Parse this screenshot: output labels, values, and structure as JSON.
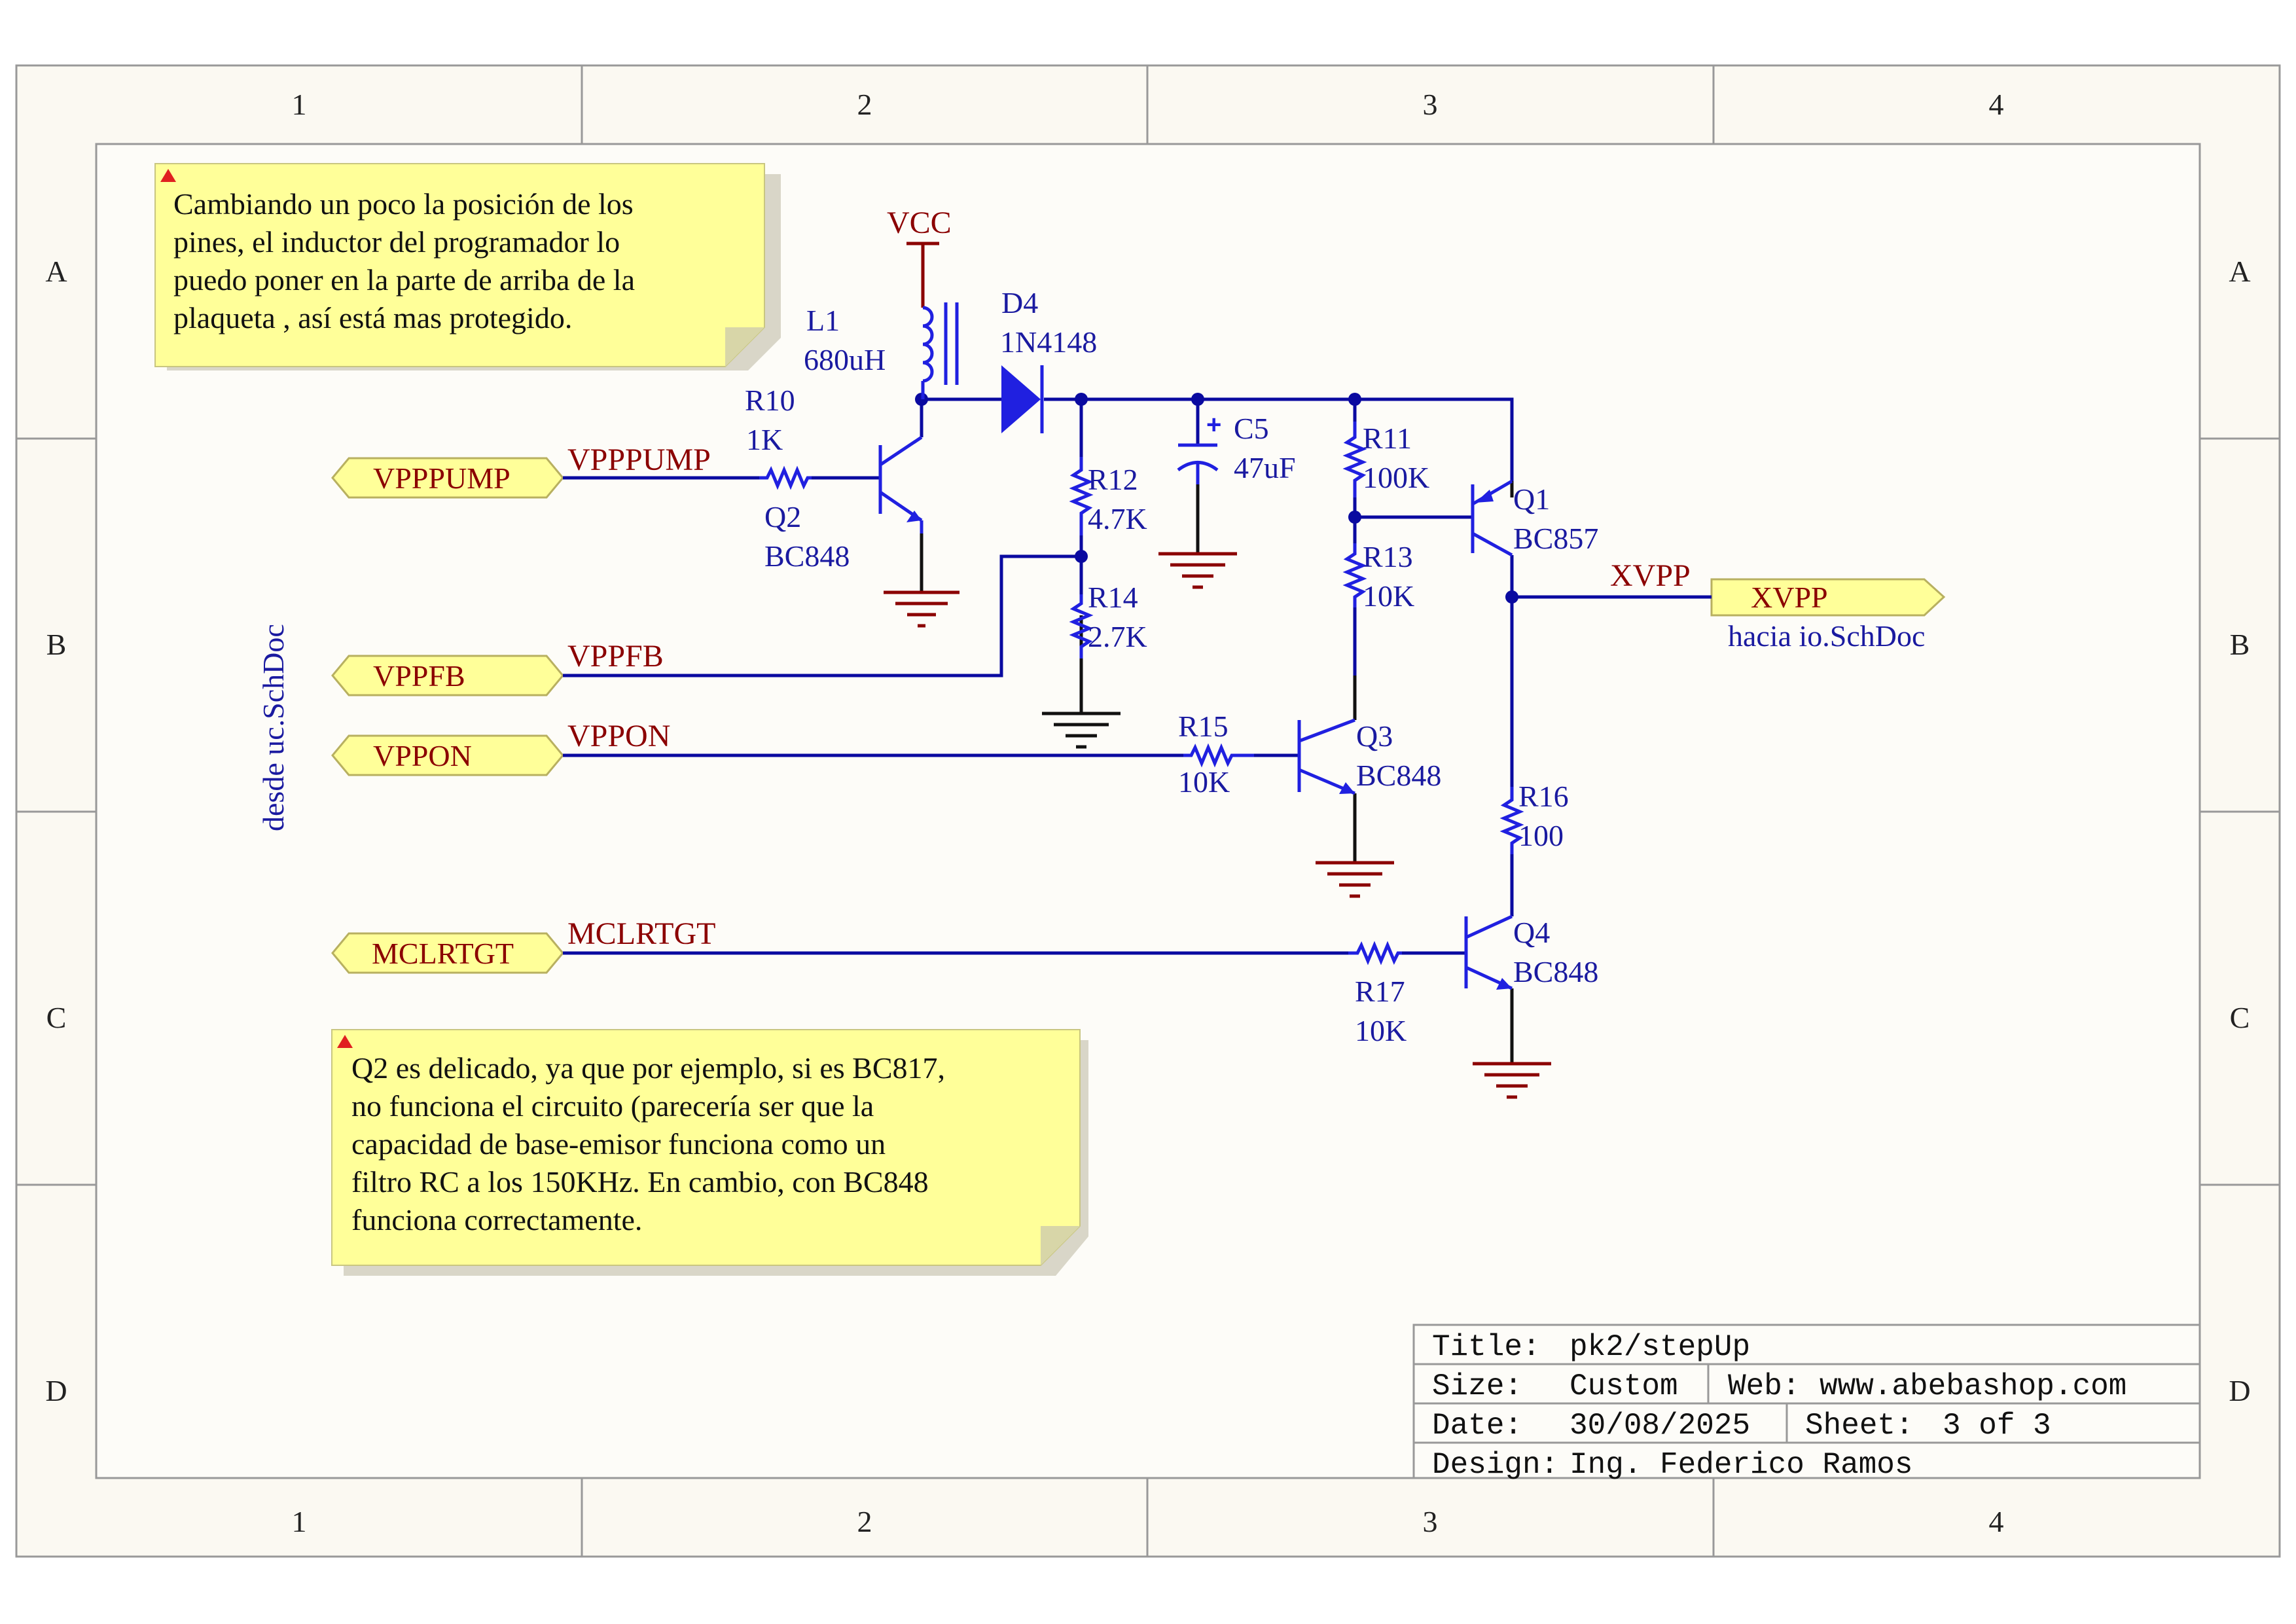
{
  "zones": {
    "columns": [
      "1",
      "2",
      "3",
      "4"
    ],
    "rows": [
      "A",
      "B",
      "C",
      "D"
    ]
  },
  "notes": {
    "top": [
      "Cambiando un poco la posición de los",
      "pines, el inductor del programador lo",
      "puedo poner en la parte de arriba de la",
      "plaqueta , así está mas protegido."
    ],
    "bottom": [
      "Q2 es delicado, ya que por ejemplo, si es BC817,",
      "no funciona el circuito (parecería ser que la",
      "capacidad de base-emisor funciona como un",
      "filtro RC a los 150KHz. En cambio, con BC848",
      "funciona correctamente."
    ]
  },
  "side_text": {
    "from": "desde uc.SchDoc",
    "to": "hacia io.SchDoc"
  },
  "ports": {
    "vpppump": "VPPPUMP",
    "vppfb": "VPPFB",
    "vppon": "VPPON",
    "mclrtgt": "MCLRTGT",
    "xvpp": "XVPP"
  },
  "nets": {
    "vpppump": "VPPPUMP",
    "vppfb": "VPPFB",
    "vppon": "VPPON",
    "mclrtgt": "MCLRTGT",
    "xvpp": "XVPP",
    "vcc": "VCC"
  },
  "components": {
    "L1": {
      "ref": "L1",
      "value": "680uH"
    },
    "D4": {
      "ref": "D4",
      "value": "1N4148"
    },
    "R10": {
      "ref": "R10",
      "value": "1K"
    },
    "Q2": {
      "ref": "Q2",
      "value": "BC848"
    },
    "R12": {
      "ref": "R12",
      "value": "4.7K"
    },
    "R14": {
      "ref": "R14",
      "value": "2.7K"
    },
    "C5": {
      "ref": "C5",
      "value": "47uF"
    },
    "R11": {
      "ref": "R11",
      "value": "100K"
    },
    "R13": {
      "ref": "R13",
      "value": "10K"
    },
    "Q1": {
      "ref": "Q1",
      "value": "BC857"
    },
    "R15": {
      "ref": "R15",
      "value": "10K"
    },
    "Q3": {
      "ref": "Q3",
      "value": "BC848"
    },
    "R16": {
      "ref": "R16",
      "value": "100"
    },
    "Q4": {
      "ref": "Q4",
      "value": "BC848"
    },
    "R17": {
      "ref": "R17",
      "value": "10K"
    }
  },
  "title_block": {
    "title_label": "Title:",
    "title": "pk2/stepUp",
    "size_label": "Size:",
    "size": "Custom",
    "web_label": "Web:",
    "web": "www.abebashop.com",
    "date_label": "Date:",
    "date": "30/08/2025",
    "sheet_label": "Sheet:",
    "sheet": "3 of 3",
    "design_label": "Design:",
    "design": "Ing. Federico Ramos"
  }
}
